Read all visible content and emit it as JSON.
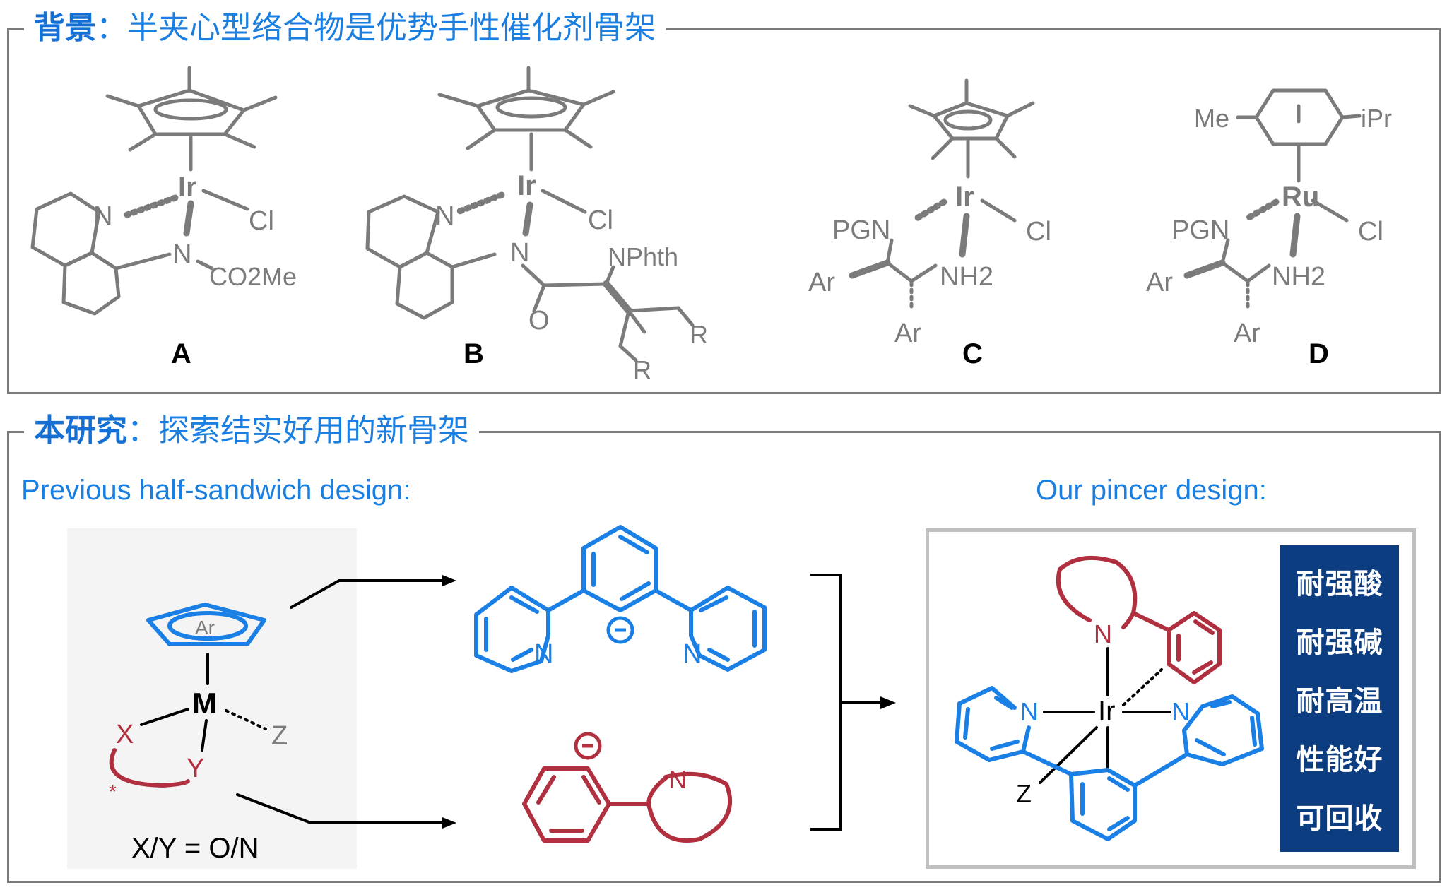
{
  "background": {
    "title_bold": "背景",
    "title_sep": "：",
    "title_rest": "半夹心型络合物是优势手性催化剂骨架",
    "compounds": [
      {
        "label": "A",
        "metal": "Ir",
        "ligands": [
          "N",
          "Cl",
          "N",
          "CO2Me"
        ]
      },
      {
        "label": "B",
        "metal": "Ir",
        "ligands": [
          "N",
          "Cl",
          "N",
          "NPhth",
          "O",
          "R",
          "R"
        ]
      },
      {
        "label": "C",
        "metal": "Ir",
        "ligands": [
          "PGN",
          "Cl",
          "NH2",
          "Ar",
          "Ar"
        ]
      },
      {
        "label": "D",
        "metal": "Ru",
        "ligands": [
          "PGN",
          "Cl",
          "NH2",
          "Ar",
          "Ar",
          "Me",
          "iPr"
        ]
      }
    ]
  },
  "research": {
    "title_bold": "本研究",
    "title_sep": "：",
    "title_rest": "探索结实好用的新骨架",
    "previous_heading": "Previous half-sandwich design:",
    "pincer_heading": "Our pincer design:",
    "generic": {
      "ring_label": "Ar",
      "metal": "M",
      "x": "X",
      "y": "Y",
      "z": "Z",
      "star": "*",
      "caption": "X/Y = O/N"
    },
    "pincer_ligand": {
      "n_left": "N",
      "n_right": "N",
      "charge": "⊖"
    },
    "cn_ligand": {
      "n": "N",
      "charge": "⊖"
    },
    "complex": {
      "metal": "Ir",
      "n_top": "N",
      "n_left": "N",
      "n_right": "N",
      "z": "Z"
    },
    "properties": [
      "耐强酸",
      "耐强碱",
      "耐高温",
      "性能好",
      "可回收"
    ]
  },
  "colors": {
    "blue": "#1a80e6",
    "red": "#b03040",
    "gray": "#7b7b7b",
    "navy": "#0c3d80"
  }
}
